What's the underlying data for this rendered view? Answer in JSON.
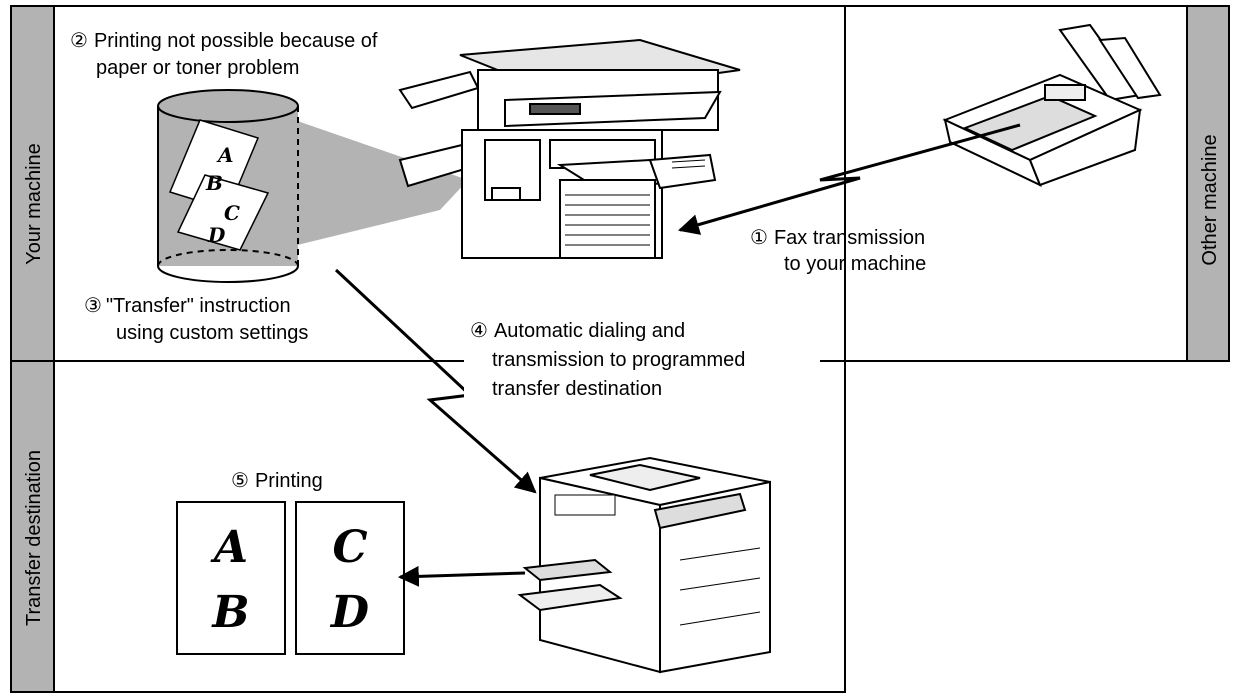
{
  "regions": {
    "your_machine": "Your machine",
    "other_machine": "Other machine",
    "transfer_destination": "Transfer destination"
  },
  "steps": {
    "step1": {
      "num": "①",
      "lines": [
        "Fax transmission",
        "to your machine"
      ]
    },
    "step2": {
      "num": "②",
      "lines": [
        "Printing not possible because of",
        "paper or toner problem"
      ]
    },
    "step3": {
      "num": "③",
      "lines": [
        "\"Transfer\" instruction",
        "using custom settings"
      ]
    },
    "step4": {
      "num": "④",
      "lines": [
        "Automatic dialing and",
        "transmission to programmed",
        "transfer destination"
      ]
    },
    "step5": {
      "num": "⑤",
      "lines": [
        "Printing"
      ]
    }
  },
  "letters": [
    "A",
    "B",
    "C",
    "D"
  ],
  "colors": {
    "line": "#000000",
    "panel_gray": "#b3b3b3",
    "fill_gray": "#d9d9d9",
    "background": "#ffffff"
  },
  "icons": [
    "copier-machine-icon",
    "fax-machine-icon",
    "copier-machine-icon",
    "memory-cylinder-icon",
    "printed-page-icon",
    "lightning-line-icon",
    "arrow-icon"
  ]
}
